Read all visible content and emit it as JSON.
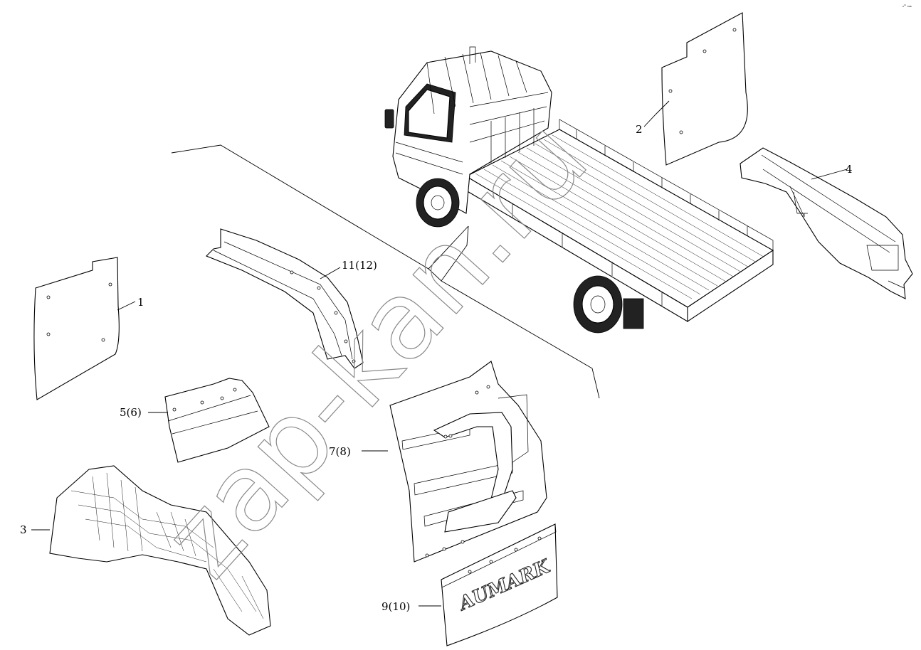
{
  "corner_mark": "₂ᵐ ₀₀₆",
  "watermark": "zap-kan.ru",
  "callouts": {
    "c1": "1",
    "c2": "2",
    "c3": "3",
    "c4": "4",
    "c5": "5(6)",
    "c7": "7(8)",
    "c9": "9(10)",
    "c11": "11(12)"
  },
  "mudflap_logo": "AUMARK"
}
